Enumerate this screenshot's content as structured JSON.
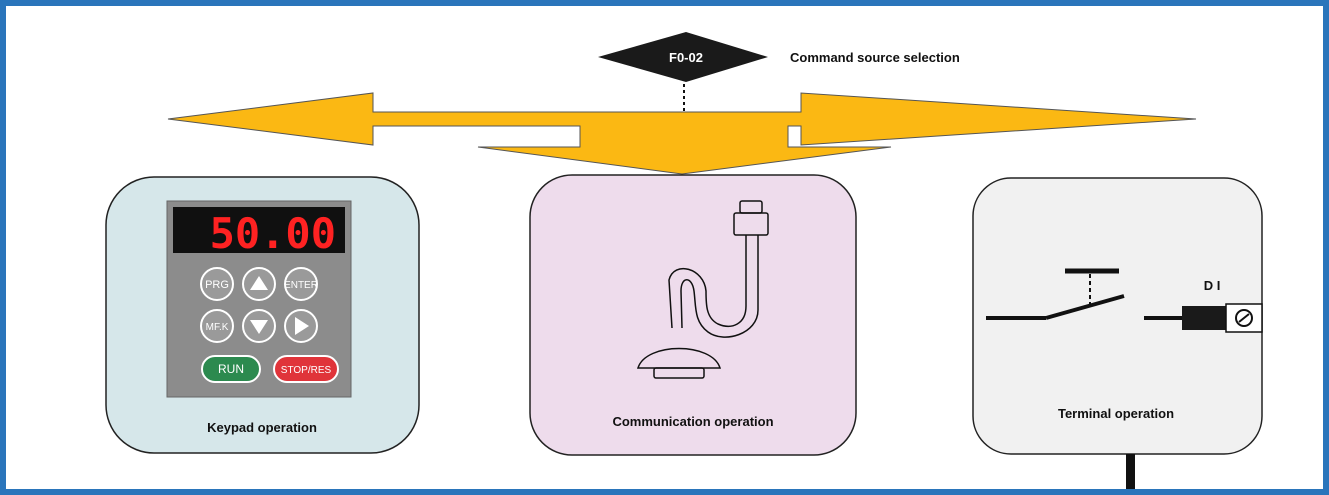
{
  "selector": {
    "code": "F0-02",
    "caption": "Command source selection"
  },
  "panels": {
    "keypad": {
      "label": "Keypad operation",
      "display_value": "50.00",
      "buttons": {
        "prg": "PRG",
        "enter": "ENTER",
        "mfk": "MF.K",
        "run": "RUN",
        "stop": "STOP/RES"
      }
    },
    "communication": {
      "label": "Communication operation"
    },
    "terminal": {
      "label": "Terminal operation",
      "di_label": "D I"
    }
  },
  "colors": {
    "frame": "#2a75bb",
    "arrow": "#fbb813",
    "keypad_bg": "#d6e7ea",
    "communication_bg": "#eedcec",
    "terminal_bg": "#f1f1f1",
    "display_digits": "#ff2222",
    "run_button": "#2c8a4f",
    "stop_button": "#e0343a"
  }
}
